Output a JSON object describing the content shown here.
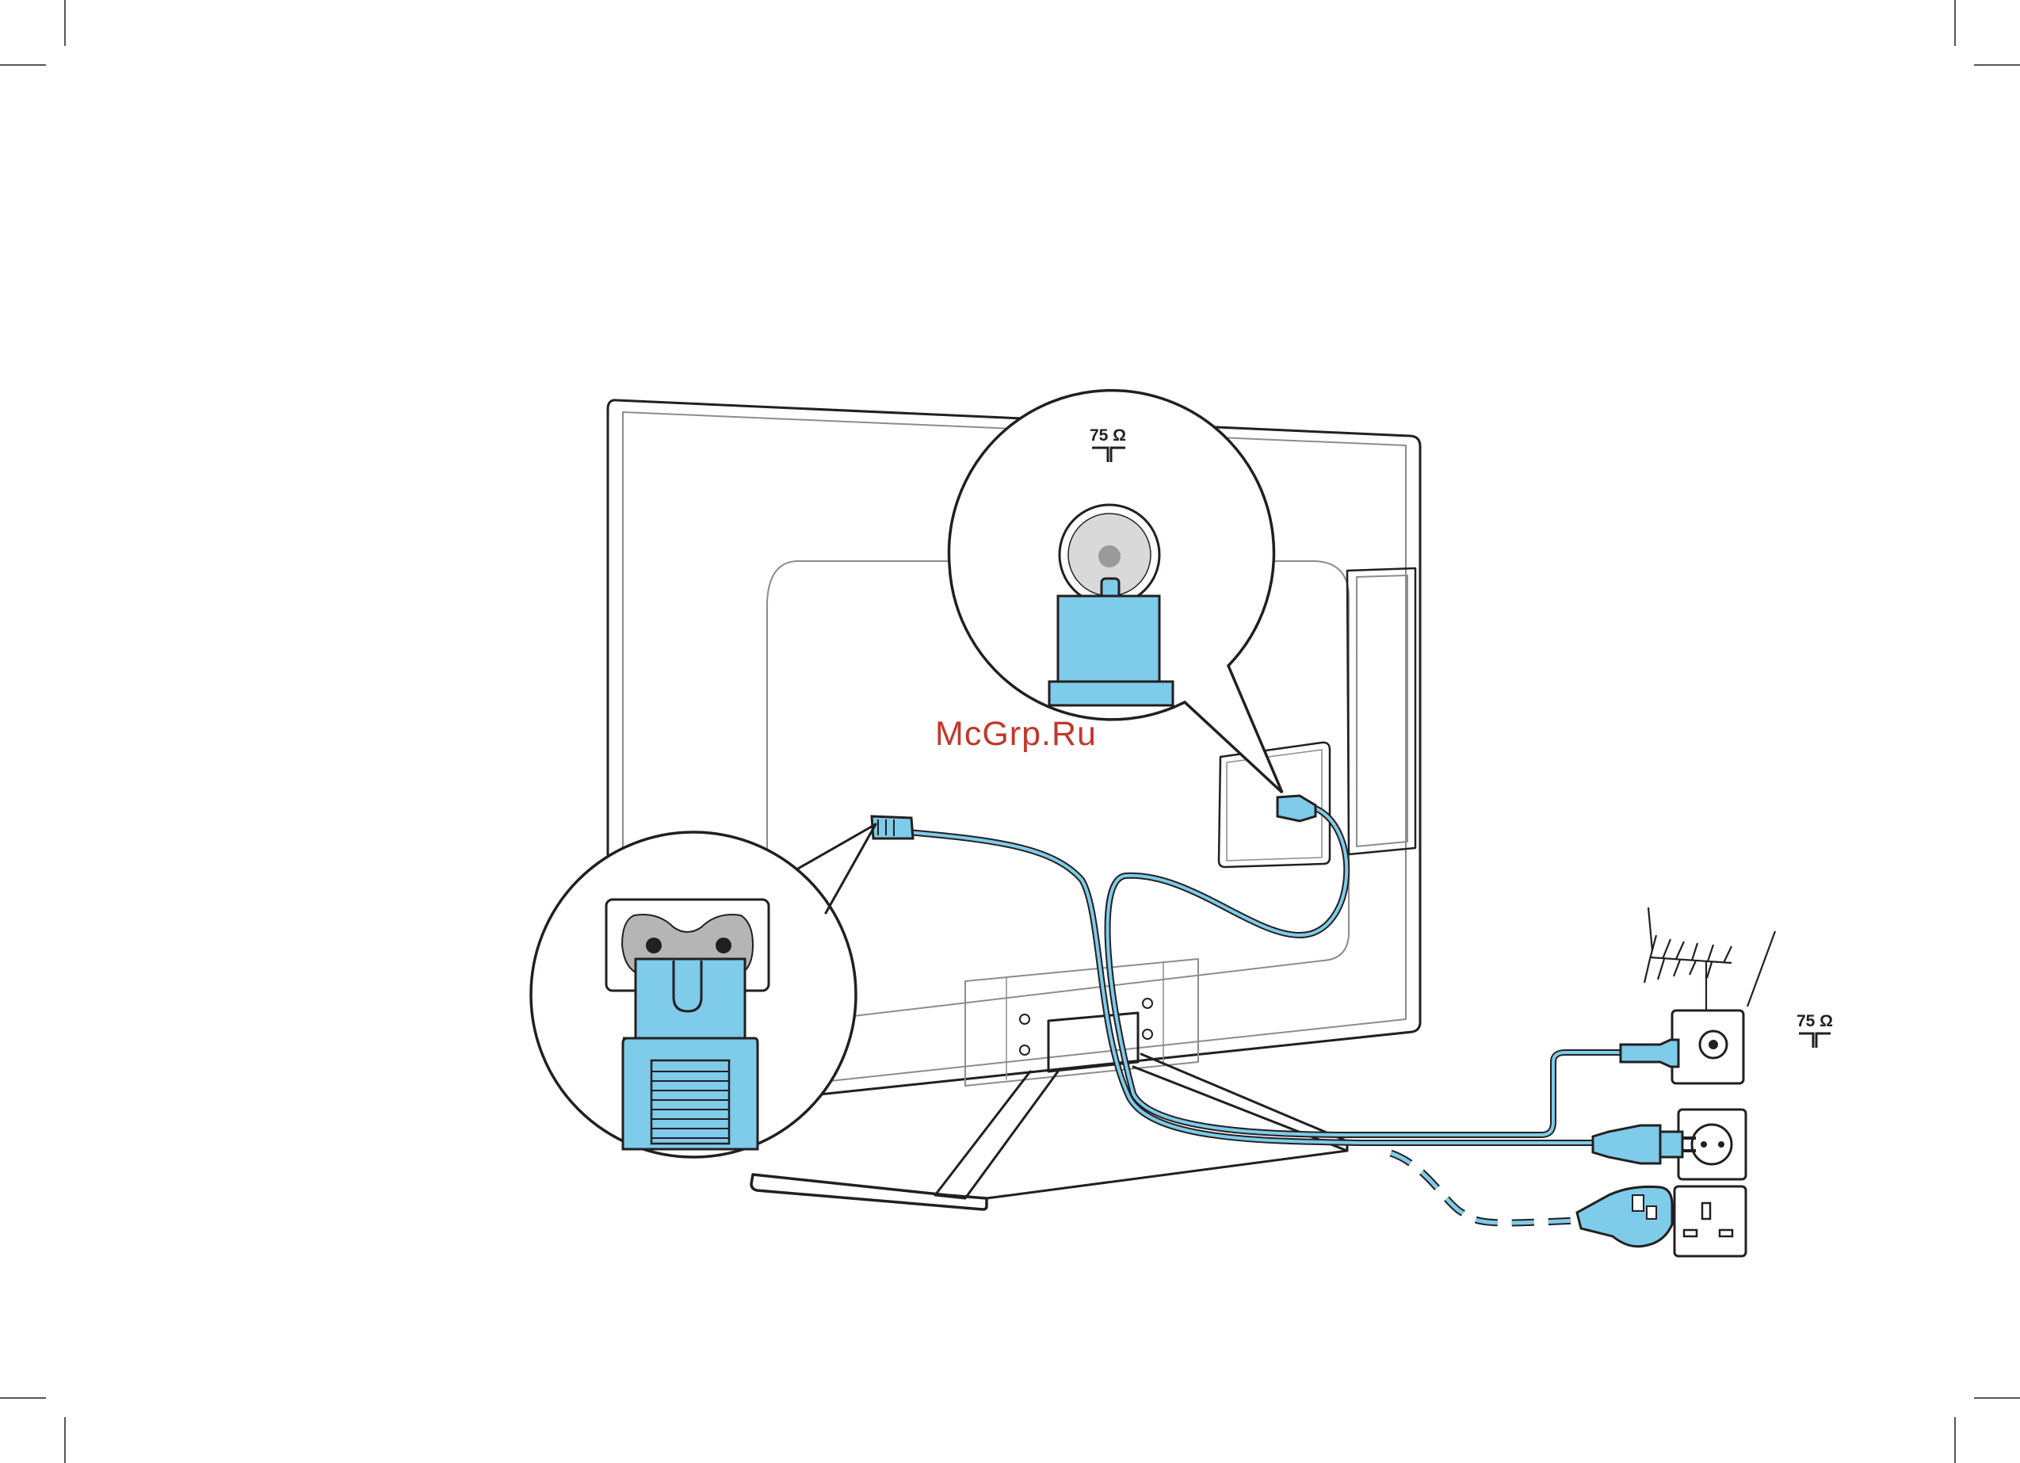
{
  "labels": {
    "zoom_impedance": "75 Ω",
    "wall_impedance": "75 Ω",
    "watermark": "McGrp.Ru"
  },
  "colors": {
    "connector_blue": "#7ecbea",
    "line": "#231f20",
    "watermark_red": "#c0392b",
    "port_grey": "#b5b5b5"
  },
  "icons": {
    "antenna": "antenna-icon",
    "eu_socket": "eu-socket-icon",
    "uk_socket": "uk-socket-icon",
    "antenna_wall_outlet": "coax-wall-outlet-icon"
  }
}
